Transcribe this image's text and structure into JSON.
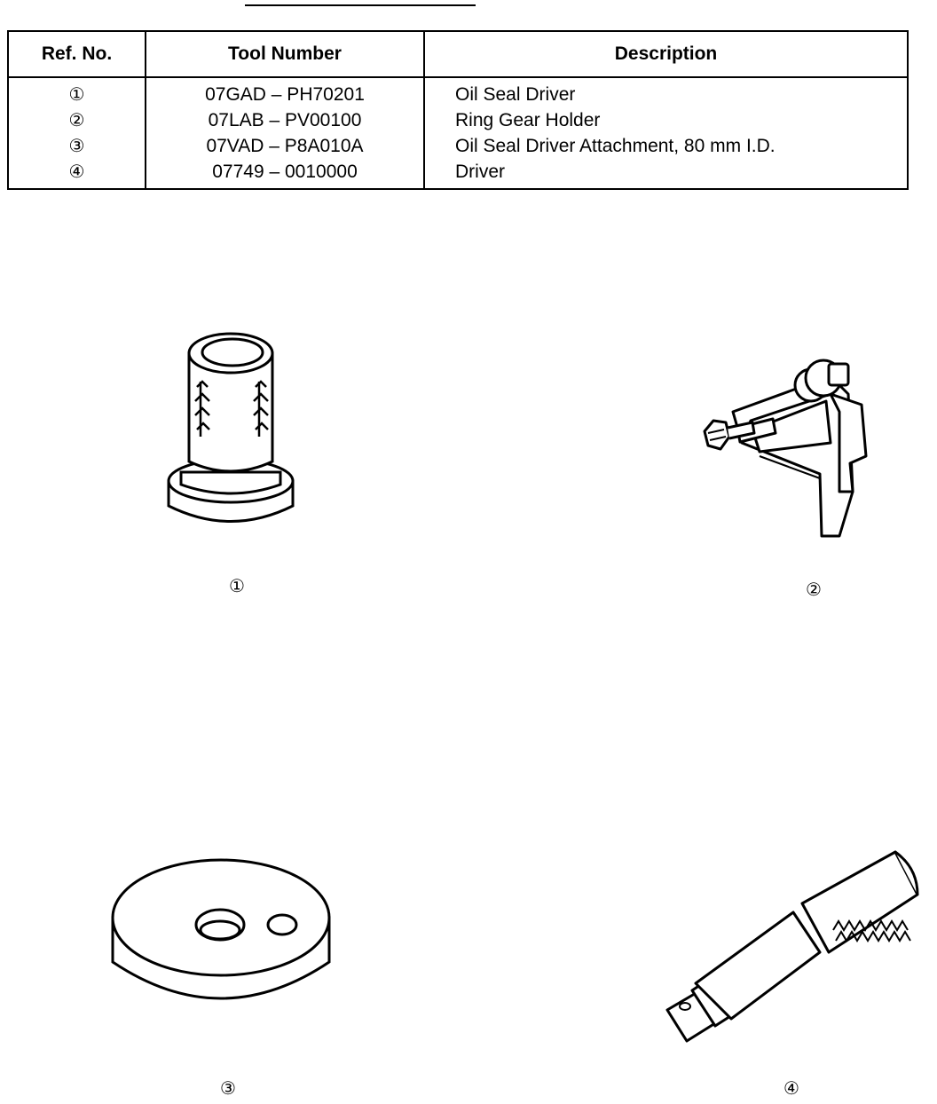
{
  "table": {
    "headers": {
      "ref": "Ref. No.",
      "tool": "Tool Number",
      "desc": "Description"
    },
    "rows": [
      {
        "ref": "①",
        "tool": "07GAD – PH70201",
        "desc": "Oil Seal Driver"
      },
      {
        "ref": "②",
        "tool": "07LAB – PV00100",
        "desc": "Ring Gear Holder"
      },
      {
        "ref": "③",
        "tool": "07VAD – P8A010A",
        "desc": "Oil Seal Driver Attachment, 80 mm I.D."
      },
      {
        "ref": "④",
        "tool": "07749 – 0010000",
        "desc": "Driver"
      }
    ]
  },
  "figures": [
    {
      "caption": "①",
      "name": "oil-seal-driver"
    },
    {
      "caption": "②",
      "name": "ring-gear-holder"
    },
    {
      "caption": "③",
      "name": "oil-seal-driver-attachment"
    },
    {
      "caption": "④",
      "name": "driver"
    }
  ]
}
